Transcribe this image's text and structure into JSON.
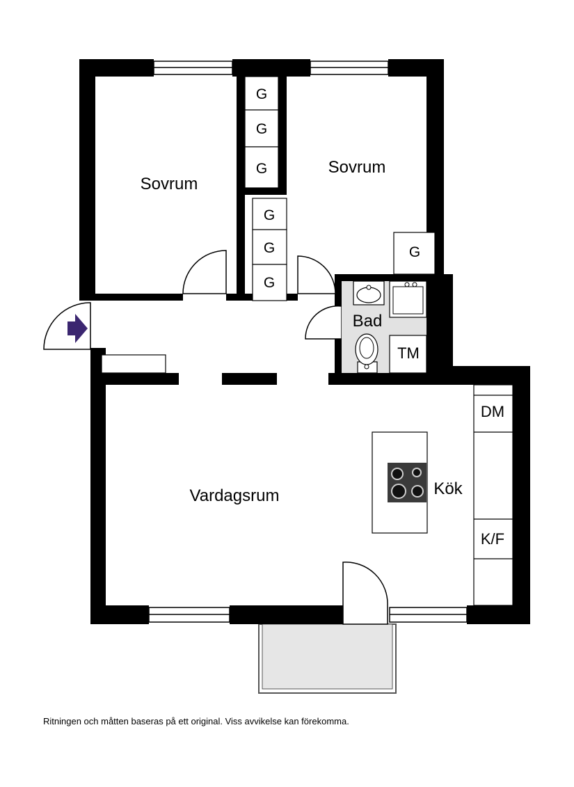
{
  "rooms": {
    "bedroom_left": "Sovrum",
    "bedroom_right": "Sovrum",
    "bathroom": "Bad",
    "living_room": "Vardagsrum",
    "kitchen": "Kök"
  },
  "fixtures": {
    "closet": "G",
    "dryer": "TM",
    "dishwasher": "DM",
    "fridge_freezer": "K/F"
  },
  "entrance_arrow_color": "#3b2670",
  "disclaimer": "Ritningen och måtten baseras på ett original. Viss avvikelse kan förekomma."
}
